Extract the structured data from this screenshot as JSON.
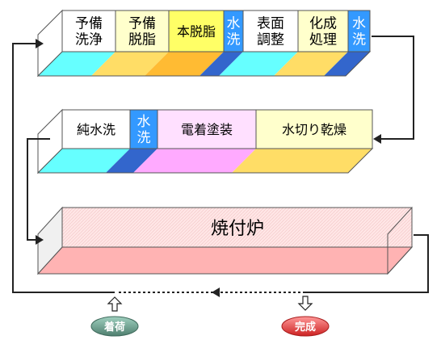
{
  "line1": {
    "stages": [
      {
        "key": "yobisenjo",
        "lines": [
          "予備",
          "洗浄"
        ],
        "front": "#ffffff",
        "top": "#66ffff"
      },
      {
        "key": "yobidashi",
        "lines": [
          "予備",
          "脱脂"
        ],
        "front": "#ffffcc",
        "top": "#ffdd66"
      },
      {
        "key": "hondashi",
        "lines": [
          "本脱脂"
        ],
        "front": "#ffff66",
        "top": "#ffbb33"
      },
      {
        "key": "suisen1",
        "lines": [
          "水",
          "洗"
        ],
        "front": "#3399ff",
        "top": "#3366cc"
      },
      {
        "key": "hyomen",
        "lines": [
          "表面",
          "調整"
        ],
        "front": "#ffffff",
        "top": "#66ffff"
      },
      {
        "key": "kasei",
        "lines": [
          "化成",
          "処理"
        ],
        "front": "#ffffcc",
        "top": "#ffdd66"
      },
      {
        "key": "suisen2",
        "lines": [
          "水",
          "洗"
        ],
        "front": "#3399ff",
        "top": "#3366cc"
      }
    ]
  },
  "line2": {
    "stages": [
      {
        "key": "junsuisen",
        "lines": [
          "純水洗"
        ],
        "front": "#ffffff",
        "top": "#66ffff"
      },
      {
        "key": "suisen3",
        "lines": [
          "水",
          "洗"
        ],
        "front": "#3399ff",
        "top": "#3366cc"
      },
      {
        "key": "denchaku",
        "lines": [
          "電着塗装"
        ],
        "front": "#ffe0ff",
        "top": "#ffaaff"
      },
      {
        "key": "mizukiri",
        "lines": [
          "水切り乾燥"
        ],
        "front": "#ffffcc",
        "top": "#ffdd66"
      }
    ]
  },
  "line3": {
    "oven_label": "焼付炉",
    "front": "#ffe6e6",
    "top": "#ffb3b3"
  },
  "loading_label": "着荷",
  "completion_label": "完成",
  "colors": {
    "edge": "#555555",
    "arrow": "#222222",
    "loading_bg": "#6a9c8a",
    "completion_bg": "#e84a4a"
  }
}
